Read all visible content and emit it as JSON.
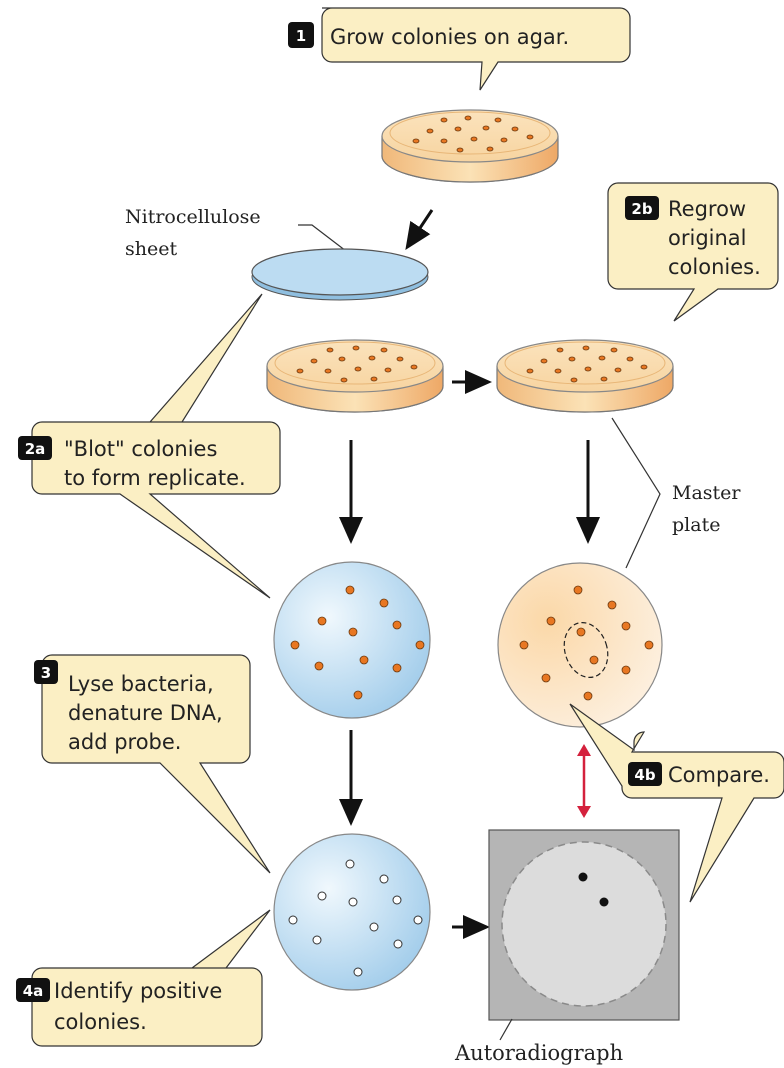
{
  "steps": {
    "step1": {
      "badge": "1",
      "text": "Grow colonies on agar."
    },
    "step2a": {
      "badge": "2a",
      "line1": "\"Blot\" colonies",
      "line2": "to form replicate."
    },
    "step2b": {
      "badge": "2b",
      "line1": "Regrow",
      "line2": "original",
      "line3": "colonies."
    },
    "step3": {
      "badge": "3",
      "line1": "Lyse bacteria,",
      "line2": "denature DNA,",
      "line3": "add probe."
    },
    "step4a": {
      "badge": "4a",
      "line1": "Identify positive",
      "line2": "colonies."
    },
    "step4b": {
      "badge": "4b",
      "text": "Compare."
    }
  },
  "labels": {
    "nitrocellulose_line1": "Nitrocellulose",
    "nitrocellulose_line2": "sheet",
    "master_line1": "Master",
    "master_line2": "plate",
    "autoradiograph": "Autoradiograph"
  },
  "colors": {
    "callout_fill": "#fbefc4",
    "agar": "#f3c48a",
    "nitrocellulose": "#bcdcf2",
    "colony": "#e87722",
    "compare_arrow": "#d4213d",
    "autoradiograph_bg": "#b5b5b5",
    "badge": "#111111"
  }
}
